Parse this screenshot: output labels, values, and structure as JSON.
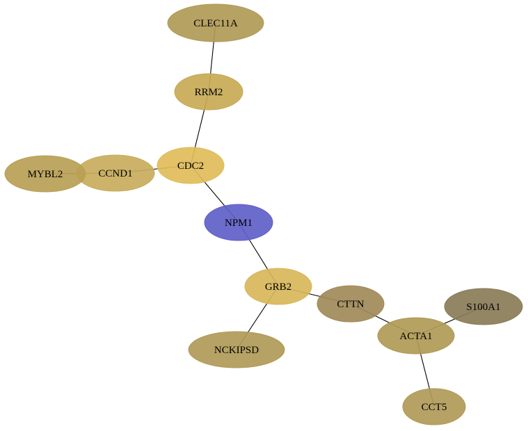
{
  "nodes": [
    {
      "id": "CLEC11A",
      "label": "CLEC11A",
      "color": "#b09a55"
    },
    {
      "id": "RRM2",
      "label": "RRM2",
      "color": "#c8aa55"
    },
    {
      "id": "CDC2",
      "label": "CDC2",
      "color": "#e0bc5a"
    },
    {
      "id": "CCND1",
      "label": "CCND1",
      "color": "#c8ac5c"
    },
    {
      "id": "MYBL2",
      "label": "MYBL2",
      "color": "#b8a055"
    },
    {
      "id": "NPM1",
      "label": "NPM1",
      "color": "#5f5fc8"
    },
    {
      "id": "GRB2",
      "label": "GRB2",
      "color": "#d8b65a"
    },
    {
      "id": "CTTN",
      "label": "CTTN",
      "color": "#a08a58"
    },
    {
      "id": "NCKIPSD",
      "label": "NCKIPSD",
      "color": "#b09a58"
    },
    {
      "id": "ACTA1",
      "label": "ACTA1",
      "color": "#b09a55"
    },
    {
      "id": "S100A1",
      "label": "S100A1",
      "color": "#8a7c58"
    },
    {
      "id": "CCT5",
      "label": "CCT5",
      "color": "#b09a58"
    }
  ],
  "edges": [
    [
      "CLEC11A",
      "RRM2"
    ],
    [
      "RRM2",
      "CDC2"
    ],
    [
      "CCND1",
      "CDC2"
    ],
    [
      "MYBL2",
      "CCND1"
    ],
    [
      "CDC2",
      "NPM1"
    ],
    [
      "NPM1",
      "GRB2"
    ],
    [
      "GRB2",
      "CTTN"
    ],
    [
      "GRB2",
      "NCKIPSD"
    ],
    [
      "CTTN",
      "ACTA1"
    ],
    [
      "ACTA1",
      "S100A1"
    ],
    [
      "ACTA1",
      "CCT5"
    ]
  ]
}
